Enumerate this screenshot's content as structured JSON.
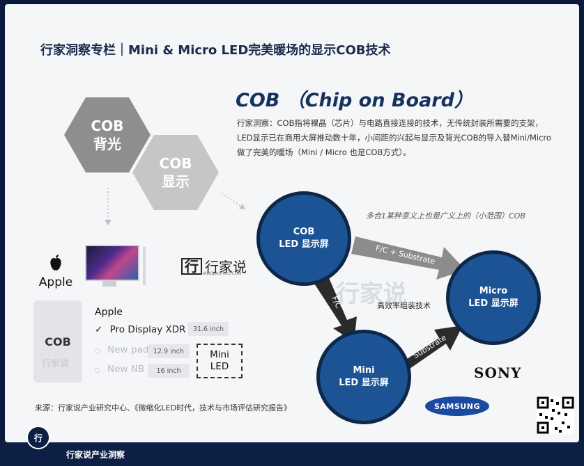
{
  "header": {
    "title": "行家洞察专栏｜Mini & Micro LED完美暖场的显示COB技术"
  },
  "cob": {
    "title": "COB （Chip on Board）",
    "description": "行家洞察：COB指将裸晶（芯片）与电路直接连接的技术，无传统封装所需要的支架，LED显示已在商用大屏推动数十年，小间距的兴起与显示及背光COB的导入替Mini/Micro做了完美的暖场（Mini / Micro 也是COB方式）。"
  },
  "hexagons": [
    {
      "line1": "COB",
      "line2": "背光",
      "color": "#8e8e90"
    },
    {
      "line1": "COB",
      "line2": "显示",
      "color": "#c5c6c8"
    }
  ],
  "left": {
    "apple_brand": "Apple",
    "hjs_logo_text": "行家说",
    "hjs_logo_sub": "HANGJIASHUO.COM",
    "cob_label": "COB",
    "watermark_small": "行家说",
    "apple_label": "Apple",
    "products": [
      {
        "check": "✓",
        "name": "Pro Display XDR",
        "size": "31.6 inch",
        "active": true
      },
      {
        "check": "○",
        "name": "New pad",
        "size": "12.9 inch",
        "active": false
      },
      {
        "check": "○",
        "name": "New NB",
        "size": "16 inch",
        "active": false
      }
    ],
    "mini_led": {
      "line1": "Mini",
      "line2": "LED"
    }
  },
  "diagram": {
    "annotation": "多合1某种意义上也是广义上的（小范围）COB",
    "nodes": {
      "cob": {
        "line1": "COB",
        "line2": "LED 显示屏"
      },
      "micro": {
        "line1": "Micro",
        "line2": "LED 显示屏"
      },
      "mini": {
        "line1": "Mini",
        "line2": "LED 显示屏"
      }
    },
    "arrows": {
      "cob_to_micro": "F/C + Substrate",
      "cob_to_mini": "F/C",
      "mini_to_micro": "Substrate"
    },
    "efficiency_label": "高效率组装技术",
    "watermark": "行家说"
  },
  "brands": {
    "sony": "SONY",
    "samsung": "SAMSUNG"
  },
  "source": "来源：行家说产业研究中心、《微缩化LED时代，技术与市场评估研究报告》",
  "footer": {
    "icon": "行",
    "text": "行家说产业洞察"
  },
  "colors": {
    "navy": "#0d1f45",
    "node_fill": "#1b5394",
    "node_border": "#0e2749",
    "arrow_gray": "#8c8c8c",
    "arrow_dark": "#2b2b2b"
  }
}
